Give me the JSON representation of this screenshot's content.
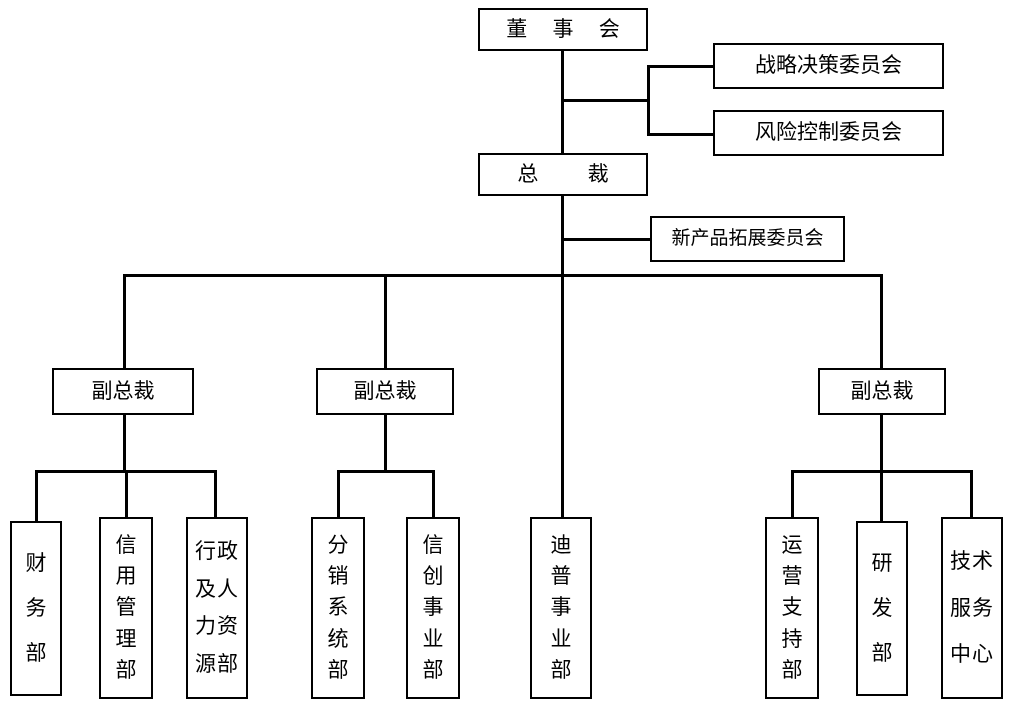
{
  "diagram": {
    "type": "org-chart",
    "title": "",
    "orientation": "top-down",
    "line_color": "#000000",
    "box_border_color": "#000000",
    "box_fill_color": "#ffffff",
    "text_color": "#000000"
  },
  "nodes": {
    "board": {
      "label": "董 事 会",
      "level": "board",
      "chars": [
        "董",
        "事",
        "会"
      ]
    },
    "strategy_committee": {
      "label": "战略决策委员会",
      "level": "committee"
    },
    "risk_committee": {
      "label": "风险控制委员会",
      "level": "committee"
    },
    "president": {
      "label": "总  裁",
      "level": "executive",
      "chars": [
        "总",
        "裁"
      ]
    },
    "new_product_committee": {
      "label": "新产品拓展委员会",
      "level": "committee"
    },
    "vp_left": {
      "label": "副总裁",
      "level": "vice-president"
    },
    "vp_mid": {
      "label": "副总裁",
      "level": "vice-president"
    },
    "vp_right": {
      "label": "副总裁",
      "level": "vice-president"
    }
  },
  "departments": [
    {
      "id": "finance",
      "label": "财务部",
      "lines": [
        "财",
        "务",
        "部"
      ],
      "parent": "vp_left"
    },
    {
      "id": "credit_mgmt",
      "label": "信用管理部",
      "lines": [
        "信",
        "用",
        "管",
        "理",
        "部"
      ],
      "parent": "vp_left"
    },
    {
      "id": "admin_hr",
      "label": "行政及人力资源部",
      "lines": [
        "行政",
        "及人",
        "力资",
        "源部"
      ],
      "parent": "vp_left"
    },
    {
      "id": "distribution",
      "label": "分销系统部",
      "lines": [
        "分",
        "销",
        "系",
        "统",
        "部"
      ],
      "parent": "vp_mid"
    },
    {
      "id": "xinchuang",
      "label": "信创事业部",
      "lines": [
        "信",
        "创",
        "事",
        "业",
        "部"
      ],
      "parent": "vp_mid"
    },
    {
      "id": "dptech",
      "label": "迪普事业部",
      "lines": [
        "迪",
        "普",
        "事",
        "业",
        "部"
      ],
      "parent": "president"
    },
    {
      "id": "ops_support",
      "label": "运营支持部",
      "lines": [
        "运",
        "营",
        "支",
        "持",
        "部"
      ],
      "parent": "vp_right"
    },
    {
      "id": "rnd",
      "label": "研发部",
      "lines": [
        "研",
        "发",
        "部"
      ],
      "parent": "vp_right"
    },
    {
      "id": "tech_service",
      "label": "技术服务中心",
      "lines": [
        "技术",
        "服务",
        "中心"
      ],
      "parent": "vp_right"
    }
  ],
  "edges": [
    {
      "from": "board",
      "to": "president"
    },
    {
      "from": "board",
      "to": "strategy_committee"
    },
    {
      "from": "board",
      "to": "risk_committee"
    },
    {
      "from": "president",
      "to": "new_product_committee"
    },
    {
      "from": "president",
      "to": "vp_left"
    },
    {
      "from": "president",
      "to": "vp_mid"
    },
    {
      "from": "president",
      "to": "vp_right"
    },
    {
      "from": "president",
      "to": "dptech"
    },
    {
      "from": "vp_left",
      "to": "finance"
    },
    {
      "from": "vp_left",
      "to": "credit_mgmt"
    },
    {
      "from": "vp_left",
      "to": "admin_hr"
    },
    {
      "from": "vp_mid",
      "to": "distribution"
    },
    {
      "from": "vp_mid",
      "to": "xinchuang"
    },
    {
      "from": "vp_right",
      "to": "ops_support"
    },
    {
      "from": "vp_right",
      "to": "rnd"
    },
    {
      "from": "vp_right",
      "to": "tech_service"
    }
  ]
}
